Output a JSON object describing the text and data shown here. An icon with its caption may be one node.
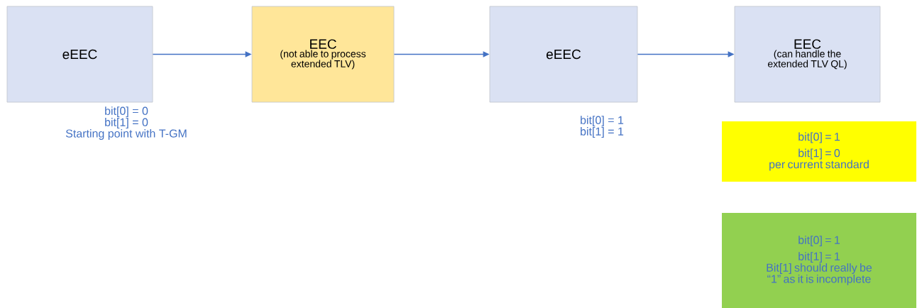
{
  "diagram": {
    "nodes": [
      {
        "text": [
          "eEEC"
        ],
        "beside": [
          "bit[0] = 0",
          "bit[1] = 0",
          "Starting point with T-GM"
        ]
      },
      {
        "text": [
          "EEC",
          "(not able to process extended TLV)"
        ]
      },
      {
        "text": [
          "eEEC"
        ],
        "beside": [
          "bit[0] = 1",
          "bit[1] = 1"
        ]
      },
      {
        "text": [
          "EEC",
          "(can handle the extended TLV QL)"
        ]
      },
      {
        "text": [
          "bit[0] = 1",
          "bit[1] = 0",
          "per current standard"
        ]
      },
      {
        "text": [
          "bit[0] = 1",
          "bit[1] = 1",
          "Bit[1] should really be “1” as it is incomplete"
        ]
      }
    ],
    "edges": [
      {
        "from": 0,
        "to": 1,
        "arrow": "to"
      },
      {
        "from": 1,
        "to": 2,
        "arrow": "to"
      },
      {
        "from": 2,
        "to": 3,
        "arrow": "to"
      }
    ]
  }
}
